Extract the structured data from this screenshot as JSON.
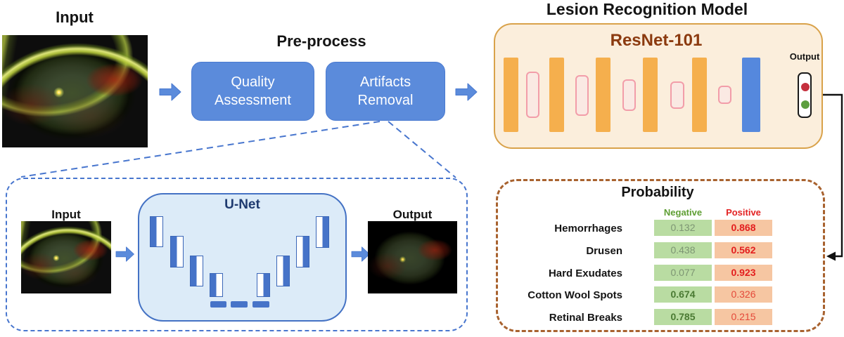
{
  "top": {
    "input_label": "Input",
    "preprocess_title": "Pre-process",
    "quality_box": "Quality Assessment",
    "artifacts_box": "Artifacts Removal",
    "model_title": "Lesion Recognition Model",
    "resnet_label": "ResNet-101",
    "output_label": "Output"
  },
  "unet": {
    "input_label": "Input",
    "title": "U-Net",
    "output_label": "Output"
  },
  "probability": {
    "title": "Probability",
    "columns": {
      "negative": "Negative",
      "positive": "Positive"
    },
    "rows": [
      {
        "label": "Hemorrhages",
        "negative": "0.132",
        "positive": "0.868"
      },
      {
        "label": "Drusen",
        "negative": "0.438",
        "positive": "0.562"
      },
      {
        "label": "Hard Exudates",
        "negative": "0.077",
        "positive": "0.923"
      },
      {
        "label": "Cotton Wool Spots",
        "negative": "0.674",
        "positive": "0.326"
      },
      {
        "label": "Retinal Breaks",
        "negative": "0.785",
        "positive": "0.215"
      }
    ]
  },
  "colors": {
    "flow_blue": "#5B8BDB",
    "panel_peach": "#FBEEDC",
    "panel_peach_border": "#D9A24A",
    "resnet_title": "#8B3A0F",
    "orange_bar": "#F5AF4D",
    "pink_block_border": "#F29DA9",
    "unet_fill": "#DCEBF8",
    "unet_border": "#4472C4",
    "unet_title": "#1F3B70",
    "dashed_blue": "#4876CE",
    "dashed_brown": "#A8622F",
    "negative_green": "#5E9E33",
    "positive_red": "#E32222",
    "cell_green": "#B9DCA2",
    "cell_orange": "#F6C6A2",
    "output_red_dot": "#C5303E",
    "output_green_dot": "#5C9E3E"
  }
}
